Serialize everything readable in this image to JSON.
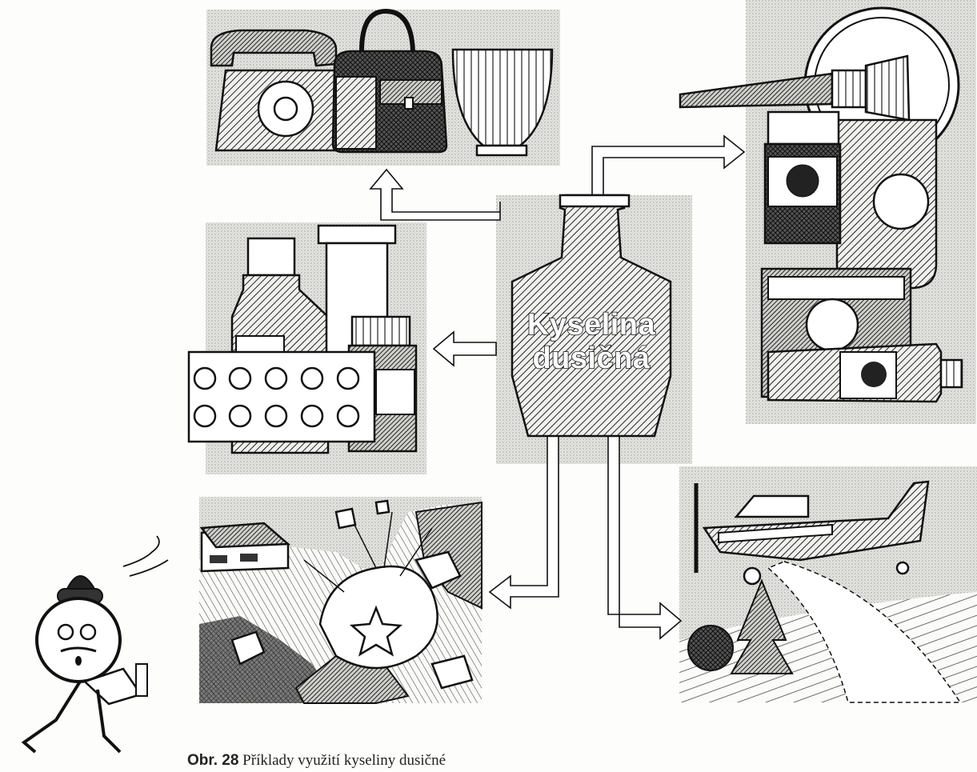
{
  "bottle": {
    "label_line1": "Kyselina",
    "label_line2": "dusičná"
  },
  "caption": {
    "number": "Obr. 28",
    "text": "Příklady využití kyseliny dusičné"
  },
  "panels": [
    {
      "name": "consumer-goods-panel",
      "icons": [
        "telephone-icon",
        "handbag-icon",
        "cup-icon"
      ]
    },
    {
      "name": "pharmaceuticals-panel",
      "icons": [
        "medicine-bottle-icon",
        "test-tube-icon",
        "pill-blister-icon",
        "medicine-jar-icon"
      ]
    },
    {
      "name": "explosives-panel",
      "icons": [
        "barn-icon",
        "explosion-icon",
        "rock-icon"
      ]
    },
    {
      "name": "paints-panel",
      "icons": [
        "paint-brush-icon",
        "paint-jar-icon",
        "paint-can-icon",
        "paint-tube-icon"
      ]
    },
    {
      "name": "agriculture-panel",
      "icons": [
        "airplane-icon",
        "tree-icon",
        "spray-icon"
      ]
    }
  ],
  "colors": {
    "ink": "#111111",
    "panel_bg": "#dededa",
    "hatch": "#333333",
    "arrow_fill": "#ffffff"
  }
}
